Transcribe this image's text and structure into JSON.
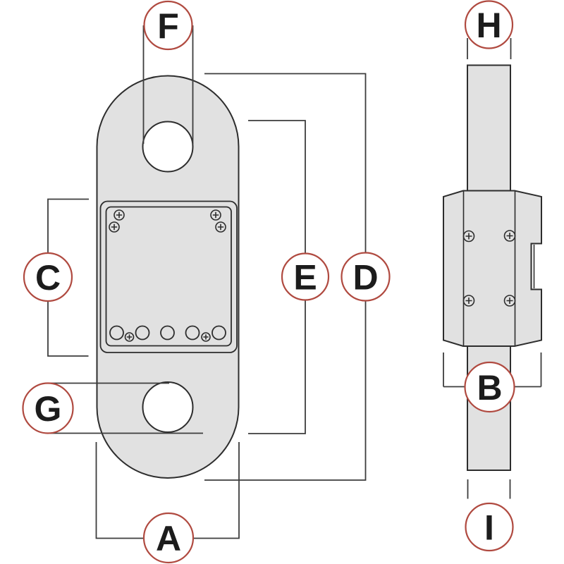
{
  "diagram": {
    "colors": {
      "background": "#ffffff",
      "body_fill": "#e1e1e1",
      "outline": "#2d2d2d",
      "dimension_line": "#3d3d3d",
      "callout_ring": "#b04a40",
      "callout_letter": "#1c1c1c"
    },
    "callouts": {
      "A": {
        "letter": "A"
      },
      "B": {
        "letter": "B"
      },
      "C": {
        "letter": "C"
      },
      "D": {
        "letter": "D"
      },
      "E": {
        "letter": "E"
      },
      "F": {
        "letter": "F"
      },
      "G": {
        "letter": "G"
      },
      "H": {
        "letter": "H"
      },
      "I": {
        "letter": "I"
      }
    }
  }
}
